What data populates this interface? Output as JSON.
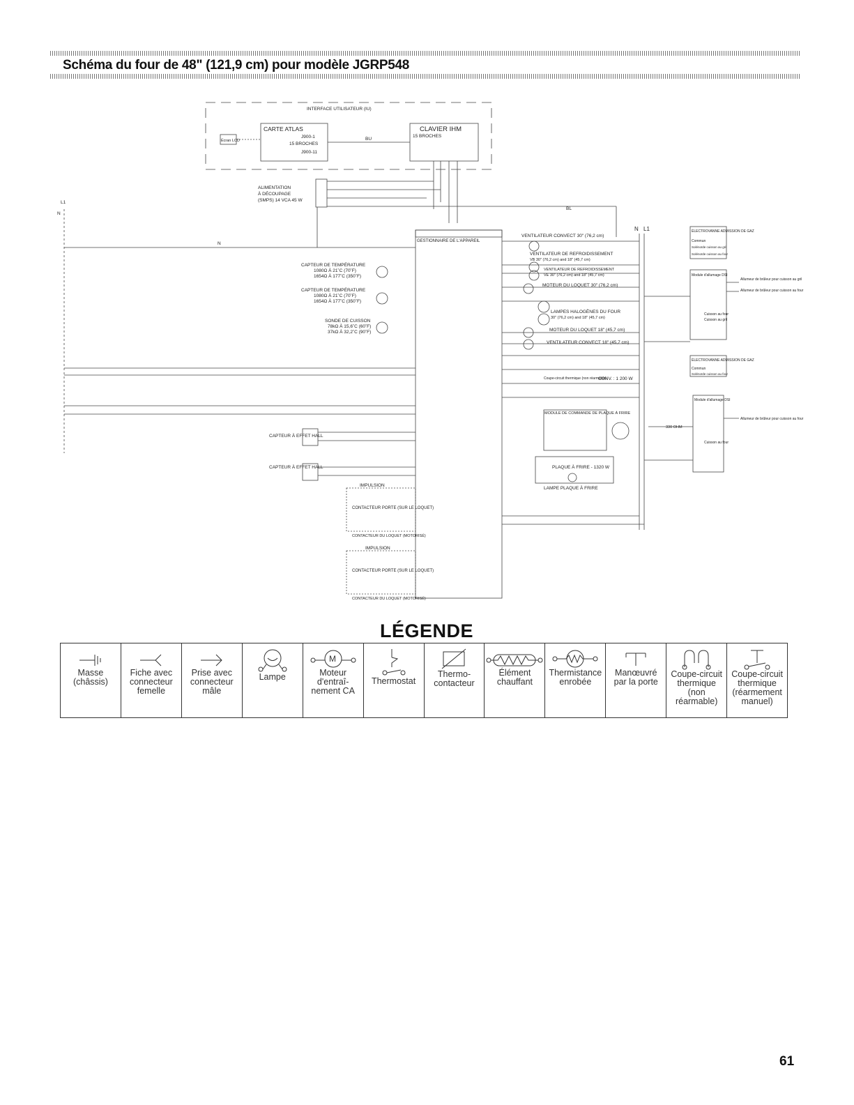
{
  "title": "Schéma du four de 48\" (121,9 cm) pour modèle JGRP548",
  "page_number": "61",
  "diagram": {
    "ui_label": "INTERFACE UTILISATEUR (IU)",
    "atlas_label": "CARTE ATLAS",
    "atlas_pins": "J900-1",
    "atlas_pins2": "15 BROCHES",
    "atlas_pins3": "J900-11",
    "lcd_label": "Écran LCD",
    "ihm_label": "CLAVIER IHM",
    "ihm_pins": "15 BROCHES",
    "bu": "BU",
    "smps_label_1": "ALIMENTATION",
    "smps_label_2": "À DÉCOUPAGE",
    "smps_label_3": "(SMPS) 14 VCA 45 W",
    "l1": "L1",
    "n": "N",
    "bl": "BL",
    "manager_label": "GESTIONNAIRE DE L'APPAREIL",
    "temp_sensor_1": "CAPTEUR DE TEMPÉRATURE",
    "temp_sensor_1b": "1080Ω À 21˚C (70˚F)",
    "temp_sensor_1c": "1654Ω À 177˚C (350˚F)",
    "temp_sensor_2": "CAPTEUR DE TEMPÉRATURE",
    "temp_sensor_2b": "1080Ω À 21˚C (70˚F)",
    "temp_sensor_2c": "1654Ω À 177˚C (350˚F)",
    "probe_label": "SONDE DE CUISSON",
    "probe_b": "78kΩ À 15,6˚C (60˚F)",
    "probe_c": "37kΩ À 32,2˚C (90˚F)",
    "hall_1": "CAPTEUR À EFFET HALL",
    "hall_2": "CAPTEUR À EFFET HALL",
    "impulsion": "IMPULSION",
    "door_contact": "CONTACTEUR PORTE (SUR LE LOQUET)",
    "latch_contact": "CONTACTEUR DU LOQUET (MOTORISÉ)",
    "fan_conv_30": "VENTILATEUR CONVECT 30\" (76,2 cm)",
    "fan_cool": "VENTILATEUR DE REFROIDISSEMENT",
    "fan_cool_b": "VB 30\" (76,2 cm) and 18\" (45,7 cm)",
    "fan_cool_2": "VENTILATEUR DE REFROIDISSEMENT",
    "fan_cool_2b": "VE 30\" (76,2 cm) and 18\" (45,7 cm)",
    "latch_motor_30": "MOTEUR DU LOQUET 30\" (76,2 cm)",
    "halogen": "LAMPES HALOGÈNES DU FOUR",
    "halogen_b": "30\" (76,2 cm) and 18\" (45,7 cm)",
    "latch_motor_18": "MOTEUR DU LOQUET 18\" (45,7 cm)",
    "fan_conv_18": "VENTILATEUR CONVECT 18\" (45,7 cm)",
    "thermal_cutout": "Coupe-circuit thermique (non réarmable)",
    "conv_element": "CONV. : 1 200 W",
    "griddle_module": "MODULE DE COMMANDE DE PLAQUE À FRIRE",
    "griddle": "PLAQUE À FRIRE - 1320 W",
    "griddle_lamp": "LAMPE PLAQUE À FRIRE",
    "gas_valve": "ÉLECTROVANNE ADMISSION DE GAZ",
    "common": "Commun",
    "sol_grill": "Solénoïde cuisson au gril",
    "sol_oven": "Solénoïde cuisson au four",
    "ignition_module": "Module d'allumage DSI",
    "igniter_grill": "Allumeur de brûleur pour cuisson au gril",
    "igniter_oven": "Allumeur de brûleur pour cuisson au four",
    "cuisson_four": "Cuisson au four",
    "cuisson_gril": "Cuisson au gril",
    "ohm": "330 OHM"
  },
  "legend_title": "LÉGENDE",
  "legend": [
    {
      "icon": "ground-icon",
      "label": "Masse\n(châssis)"
    },
    {
      "icon": "female-plug-icon",
      "label": "Fiche avec\nconnecteur\nfemelle"
    },
    {
      "icon": "male-plug-icon",
      "label": "Prise avec\nconnecteur\nmâle"
    },
    {
      "icon": "lamp-icon",
      "label": "Lampe"
    },
    {
      "icon": "motor-icon",
      "label": "Moteur\nd'entraî-\nnement CA"
    },
    {
      "icon": "thermostat-icon",
      "label": "Thermostat"
    },
    {
      "icon": "thermo-contactor-icon",
      "label": "Thermo-\ncontacteur"
    },
    {
      "icon": "heating-element-icon",
      "label": "Élément\nchauffant"
    },
    {
      "icon": "thermistor-icon",
      "label": "Thermistance\nenrobée"
    },
    {
      "icon": "door-switch-icon",
      "label": "Manœuvré\npar la porte"
    },
    {
      "icon": "cutout-icon",
      "label": "Coupe-circuit\nthermique\n(non\nréarmable)"
    },
    {
      "icon": "cutout-manual-icon",
      "label": "Coupe-circuit\nthermique\n(réarmement\nmanuel)"
    }
  ]
}
